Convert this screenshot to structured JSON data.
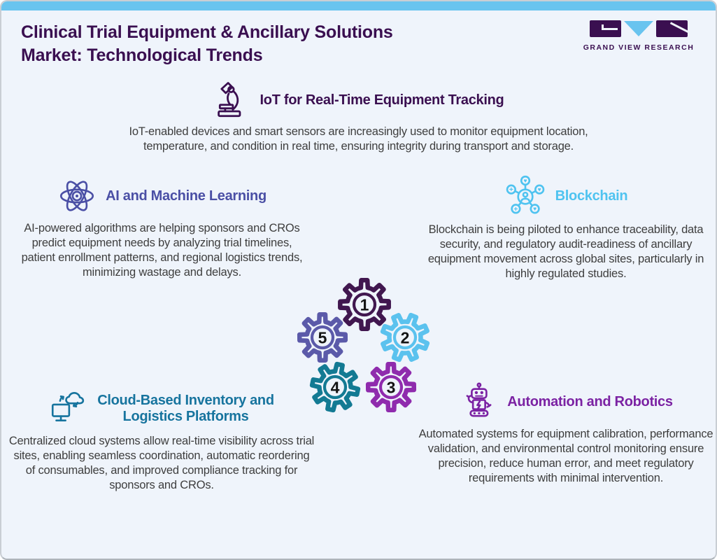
{
  "page": {
    "title": "Clinical Trial Equipment & Ancillary Solutions\nMarket: Technological Trends",
    "logo_brand": "GRAND VIEW RESEARCH"
  },
  "colors": {
    "top_bar": "#69C4EF",
    "background": "#EFF4FB",
    "title_text": "#3A0F50",
    "body_text": "#3E3E3E",
    "iot_accent": "#3A0F50",
    "ai_accent": "#4A4FA5",
    "blockchain_accent": "#4FC3F0",
    "cloud_accent": "#17749E",
    "automation_accent": "#7B22A3"
  },
  "sections": {
    "iot": {
      "icon": "microscope-icon",
      "heading": "IoT for Real-Time Equipment Tracking",
      "body": "IoT-enabled devices and smart sensors are increasingly used to monitor equipment location, temperature, and condition in real time, ensuring integrity during transport and storage."
    },
    "ai": {
      "icon": "atom-icon",
      "heading": "AI and Machine Learning",
      "body": "AI-powered algorithms are helping sponsors and CROs predict equipment needs by analyzing trial timelines, patient enrollment patterns, and regional logistics trends, minimizing wastage and delays."
    },
    "blockchain": {
      "icon": "network-nodes-icon",
      "heading": "Blockchain",
      "body": "Blockchain is being piloted to enhance traceability, data security, and regulatory audit-readiness of ancillary equipment movement across global sites, particularly in highly regulated studies."
    },
    "cloud": {
      "icon": "cloud-sync-monitor-icon",
      "heading": "Cloud-Based Inventory and\nLogistics Platforms",
      "body": "Centralized cloud systems allow real-time visibility across trial sites, enabling seamless coordination, automatic reordering of consumables, and improved compliance tracking for sponsors and CROs."
    },
    "automation": {
      "icon": "robot-icon",
      "heading": "Automation and Robotics",
      "body": "Automated systems for equipment calibration, performance validation, and environmental control monitoring ensure precision, reduce human error, and meet regulatory requirements with minimal intervention."
    }
  },
  "gears": [
    {
      "number": "1",
      "color": "#41174F"
    },
    {
      "number": "2",
      "color": "#5BC2EE"
    },
    {
      "number": "3",
      "color": "#8F2BAD"
    },
    {
      "number": "4",
      "color": "#137A93"
    },
    {
      "number": "5",
      "color": "#5B5AA9"
    }
  ]
}
